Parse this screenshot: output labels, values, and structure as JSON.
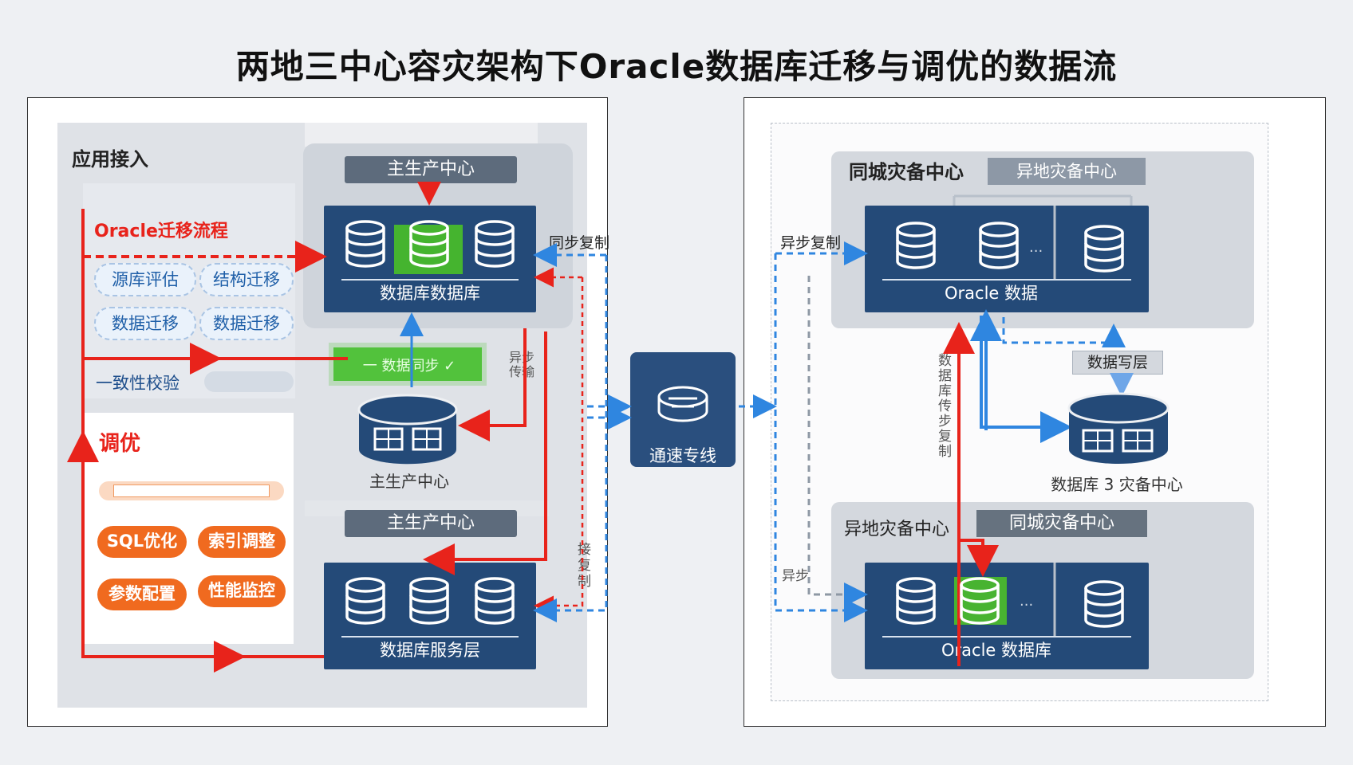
{
  "title": "两地三中心容灾架构下Oracle数据库迁移与调优的数据流",
  "left": {
    "app_access": "应用接入",
    "migration_title": "Oracle迁移流程",
    "migration_items": [
      "源库评估",
      "结构迁移",
      "数据迁移",
      "数据迁移"
    ],
    "consistency": "一致性校验",
    "tuning_title": "调优",
    "tuning_items": [
      "SQL优化",
      "索引调整",
      "参数配置",
      "性能监控"
    ],
    "main_center_banner_top": "主生产中心",
    "main_db_label": "数据库数据库",
    "green_banner": "一 数据同步 ✓",
    "main_cyl_label": "主生产中心",
    "main_center_banner_bottom": "主生产中心",
    "service_layer_label": "数据库服务层",
    "sync_copy": "同步复制",
    "async_note_1": "异步传输",
    "async_note_2": "接复制"
  },
  "center": {
    "line_label": "通速专线"
  },
  "right": {
    "async_copy": "异步复制",
    "top_group_label": "同城灾备中心",
    "top_banner": "异地灾备中心",
    "top_db_label": "Oracle 数据",
    "write_layer": "数据写层",
    "vertical_note": "数据库传步复制",
    "cyl_label": "数据库 3 灾备中心",
    "bottom_group_label": "异地灾备中心",
    "bottom_banner": "同城灾备中心",
    "bottom_db_label": "Oracle 数据库",
    "async_note": "异步",
    "ellipsis": "..."
  },
  "colors": {
    "red": "#e8231b",
    "blue": "#2f86e0",
    "navy": "#244a78",
    "green": "#3faa2e",
    "orange": "#f06a1f"
  }
}
